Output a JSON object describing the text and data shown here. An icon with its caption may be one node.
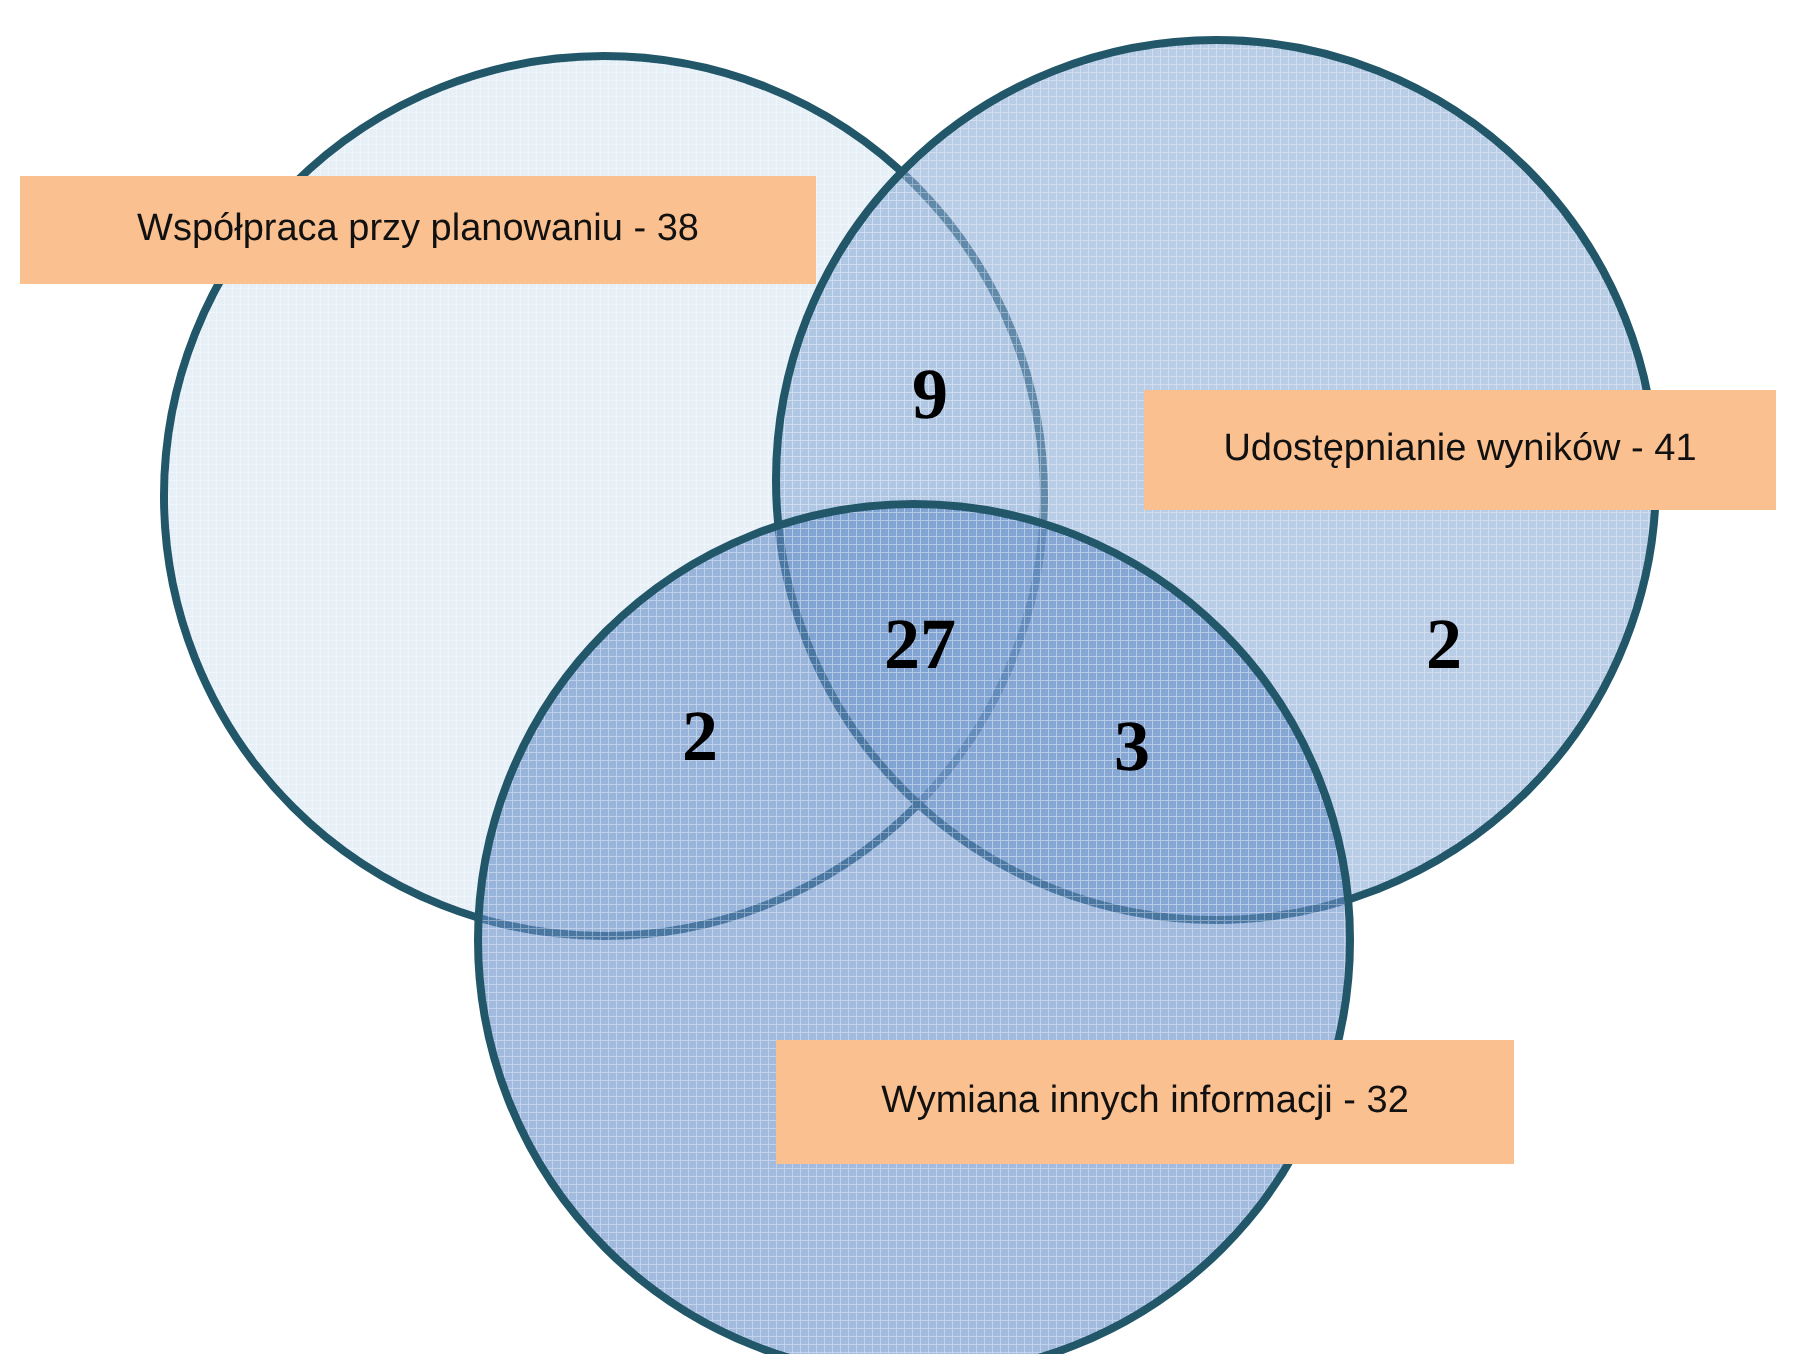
{
  "diagram": {
    "nodes": [
      {
        "text": [],
        "shape": "circle"
      },
      {
        "text": [],
        "shape": "circle"
      },
      {
        "text": [],
        "shape": "circle"
      },
      {
        "text": [
          "Współpraca przy planowaniu - 38"
        ]
      },
      {
        "text": [
          "Udostępnianie wyników - 41"
        ]
      },
      {
        "text": [
          "Wymiana innych informacji - 32"
        ]
      }
    ],
    "labels": [
      "9",
      "27",
      "2",
      "2",
      "3"
    ]
  }
}
